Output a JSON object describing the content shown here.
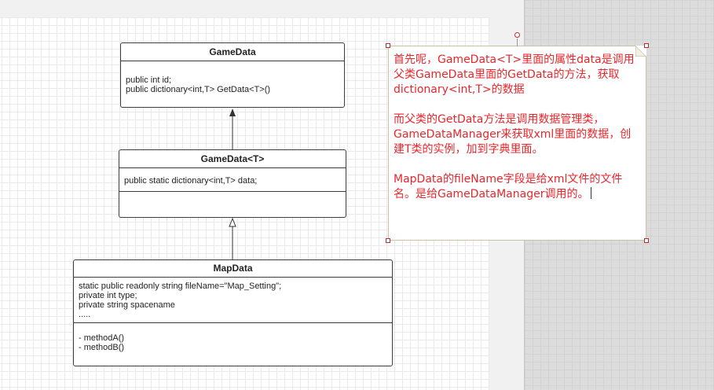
{
  "diagram": {
    "classes": [
      {
        "id": "gamedata",
        "name": "GameData",
        "attributes": [
          "public int id;",
          "public dictionary<int,T> GetData<T>()"
        ],
        "methods": []
      },
      {
        "id": "gamedata-t",
        "name": "GameData<T>",
        "attributes": [
          "public static dictionary<int,T> data;"
        ],
        "methods": []
      },
      {
        "id": "mapdata",
        "name": "MapData",
        "attributes": [
          "static public readonly string fileName=\"Map_Setting\";",
          "private int type;",
          "private string spacename",
          "....."
        ],
        "methods": [
          "- methodA()",
          "- methodB()"
        ]
      }
    ],
    "relations": [
      {
        "from": "GameData<T>",
        "to": "GameData",
        "arrow": "filled"
      },
      {
        "from": "MapData",
        "to": "GameData<T>",
        "arrow": "open"
      }
    ],
    "note": {
      "paragraphs": [
        "首先呢，GameData<T>里面的属性data是调用父类GameData里面的GetData的方法，获取dictionary<int,T>的数据",
        "而父类的GetData方法是调用数据管理类，GameDataManager来获取xml里面的数据，创建T类的实例，加到字典里面。",
        "MapData的fileName字段是给xml文件的文件名。是给GameDataManager调用的。"
      ],
      "text_color": "#e8262b",
      "selected": true
    }
  },
  "colors": {
    "canvas": "#ffffff",
    "grid": "#e9e9e9",
    "side_panel": "#dcdcdc",
    "border": "#3c3c3c",
    "selection_handle": "#b03030"
  }
}
